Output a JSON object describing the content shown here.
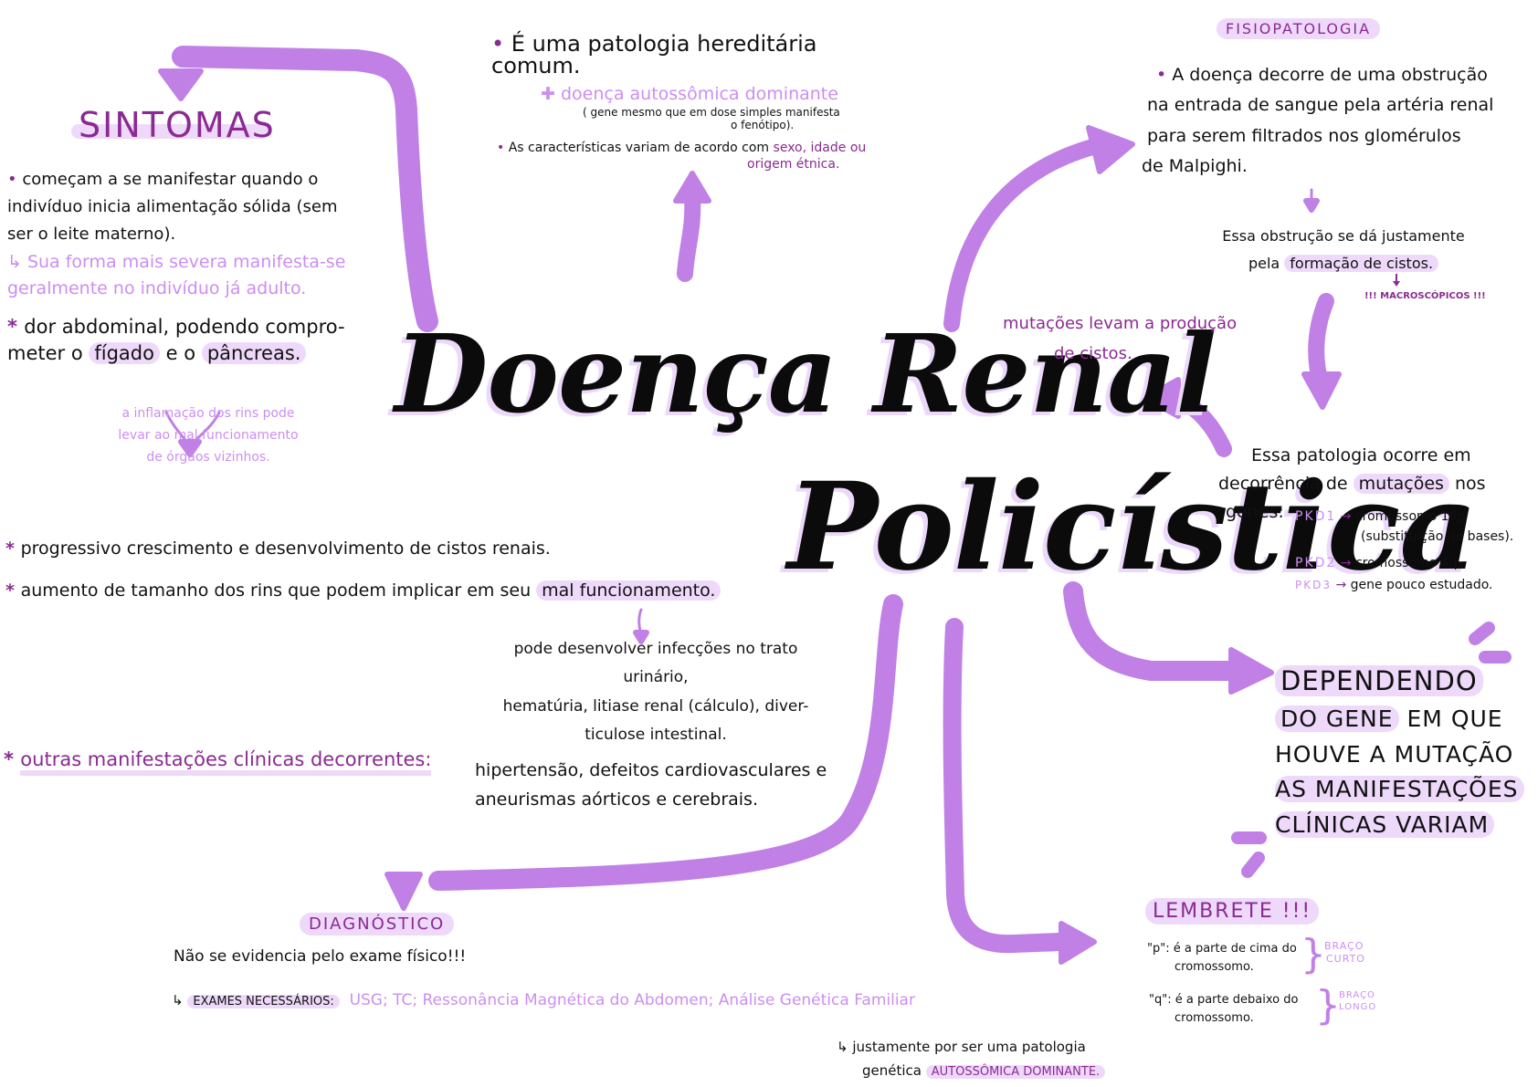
{
  "title": {
    "line1": "Doença Renal",
    "line2": "Policística"
  },
  "colors": {
    "arrow": "#c080e6",
    "highlight": "#eed9fb",
    "lilac_text": "#cc8ef0",
    "plum_text": "#8a2a92",
    "ink": "#111111"
  },
  "heredity": {
    "bullet1": "É uma patologia hereditária comum.",
    "sub_label": "doença autossômica dominante",
    "sub_note_line1": "( gene mesmo que em dose simples manifesta",
    "sub_note_line2": "o fenótipo).",
    "bullet2_prefix": "As características variam de acordo com",
    "bullet2_highlight_line1": "sexo, idade ou",
    "bullet2_highlight_line2": "origem étnica."
  },
  "sintomas": {
    "heading": "SINTOMAS",
    "item1_line1": "começam a se manifestar quando o",
    "item1_line2": "indivíduo inicia alimentação sólida (sem",
    "item1_line3": "ser o leite materno).",
    "item1_note_line1": "↳ Sua forma mais severa manifesta-se",
    "item1_note_line2": "geralmente no indivíduo já adulto.",
    "item2_line1": "dor abdominal, podendo compro-",
    "item2_line2_prefix": "meter o",
    "item2_organ1": "fígado",
    "item2_mid": "e o",
    "item2_organ2": "pâncreas.",
    "item2_note_line1": "a inflamação dos rins pode",
    "item2_note_line2": "levar ao mal funcionamento",
    "item2_note_line3": "de órgãos vizinhos.",
    "item3": "progressivo crescimento e desenvolvimento de cistos renais.",
    "item4_prefix": "aumento de tamanho dos rins que podem implicar em seu",
    "item4_highlight": "mal funcionamento.",
    "item4_note_line1": "pode desenvolver infecções no trato urinário,",
    "item4_note_line2": "hematúria, litiase renal (cálculo), diver-",
    "item4_note_line3": "ticulose intestinal.",
    "other_label": "outras manifestações clínicas decorrentes:",
    "other_line1": "hipertensão, defeitos cardiovasculares e",
    "other_line2": "aneurismas aórticos e cerebrais."
  },
  "diagnostico": {
    "heading": "DIAGNÓSTICO",
    "line1": "Não se evidencia pelo exame físico!!!",
    "exams_label": "EXAMES NECESSÁRIOS:",
    "exams_list": "USG; TC; Ressonância Magnética do Abdomen; Análise Genética Familiar",
    "note_line1": "↳ justamente por ser uma patologia",
    "note_line2_prefix": "genética",
    "note_highlight": "AUTOSSÔMICA DOMINANTE."
  },
  "fisiopatologia": {
    "heading": "FISIOPATOLOGIA",
    "bullet_line1": "A doença decorre de uma obstrução",
    "bullet_line2": "na entrada de sangue pela artéria renal",
    "bullet_line3": "para serem filtrados nos glomérulos",
    "bullet_line4": "de Malpighi.",
    "cause_line1": "Essa obstrução se dá justamente",
    "cause_line2_prefix": "pela",
    "cause_highlight": "formação de cistos.",
    "macro_note": "!!! MACROSCÓPICOS !!!",
    "mutations_note_line1": "mutações levam a produção",
    "mutations_note_line2": "de cistos."
  },
  "genetica": {
    "line1": "Essa patologia ocorre em",
    "line2_prefix": "decorrência de",
    "line2_highlight": "mutações",
    "line2_suffix": "nos",
    "genes_label": "genes:",
    "genes": [
      {
        "name": "PKD1",
        "arrow": "→",
        "desc": "cromossomo 16p",
        "extra": "(substituição de bases)."
      },
      {
        "name": "PKD2",
        "arrow": "→",
        "desc": "cromossomo 4q.",
        "extra": ""
      },
      {
        "name": "PKD3",
        "arrow": "→",
        "desc": "gene pouco estudado.",
        "extra": ""
      }
    ]
  },
  "dependendo": {
    "line1": "DEPENDENDO",
    "line2_highlight": "DO GENE",
    "line2_suffix": "EM QUE",
    "line3": "HOUVE A MUTAÇÃO",
    "line4": "AS MANIFESTAÇÕES",
    "line5": "CLÍNICAS VARIAM"
  },
  "lembrete": {
    "heading": "LEMBRETE !!!",
    "p_line1": "\"p\": é a parte de cima do",
    "p_line2": "cromossomo.",
    "p_tag_line1": "BRAÇO",
    "p_tag_line2": "CURTO",
    "q_line1": "\"q\": é a parte debaixo do",
    "q_line2": "cromossomo.",
    "q_tag_line1": "BRAÇO",
    "q_tag_line2": "LONGO"
  }
}
